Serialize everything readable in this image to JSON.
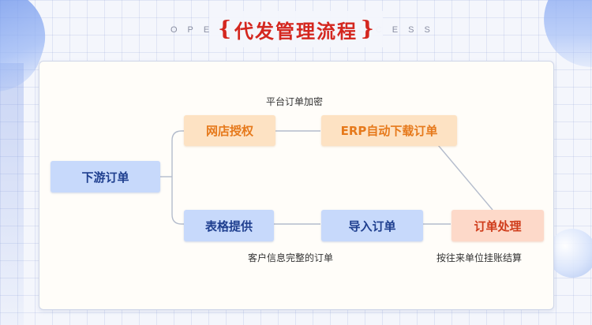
{
  "header": {
    "subtitle": "OPERATION PROCESS",
    "title": "代发管理流程",
    "brace_left": "{",
    "brace_right": "}"
  },
  "nodes": {
    "downstream_order": "下游订单",
    "store_auth": "网店授权",
    "erp_download": "ERP自动下载订单",
    "table_provide": "表格提供",
    "import_order": "导入订单",
    "order_process": "订单处理"
  },
  "captions": {
    "platform_encrypt": "平台订单加密",
    "complete_info": "客户信息完整的订单",
    "settlement": "按往来单位挂账结算"
  },
  "colors": {
    "title_red": "#d4271f",
    "node_blue": "#c7d9fb",
    "node_orange": "#fde2c3",
    "node_red": "#fdd9c9",
    "connector_gray": "#b4bccc"
  }
}
